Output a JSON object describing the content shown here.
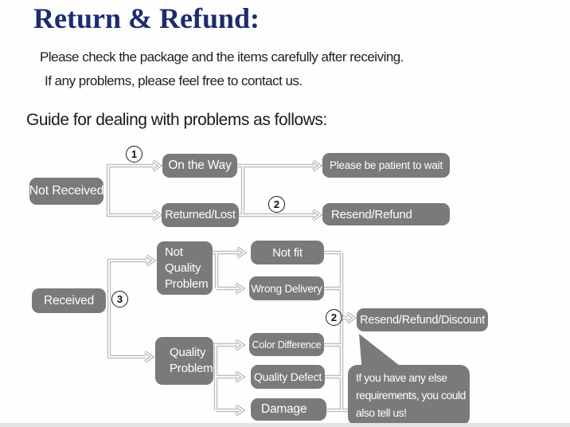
{
  "title": "Return & Refund:",
  "intro": {
    "line1": "Please check the package and the items carefully after receiving.",
    "line2": "If any problems, please feel free to contact us."
  },
  "guide_heading": "Guide for dealing with problems as follows:",
  "colors": {
    "title_navy": "#1c2c6f",
    "node_gray": "#7a7a7a",
    "node_text": "#ffffff",
    "connector_gray": "#bcbcbc",
    "body_text": "#1e1e1e"
  },
  "flow_not_received": {
    "step_badges": {
      "step1": "1",
      "step2": "2"
    },
    "nodes": {
      "not_received": "Not Received",
      "on_the_way": "On the Way",
      "returned_lost": "Returned/Lost",
      "be_patient": "Please be patient to wait",
      "resend_refund": "Resend/Refund"
    }
  },
  "flow_received": {
    "step_badges": {
      "step3": "3",
      "step2": "2"
    },
    "nodes": {
      "received": "Received",
      "not_quality_problem": "Not Quality Problem",
      "not_fit": "Not fit",
      "wrong_delivery": "Wrong Delivery",
      "quality_problem": "Quality Problem",
      "color_difference": "Color Difference",
      "quality_defect": "Quality Defect",
      "damage": "Damage",
      "resend_refund_discount": "Resend/Refund/Discount"
    }
  },
  "note_bubble": {
    "lines": [
      "If you have any else",
      "requirements, you could",
      "also tell us!"
    ]
  }
}
